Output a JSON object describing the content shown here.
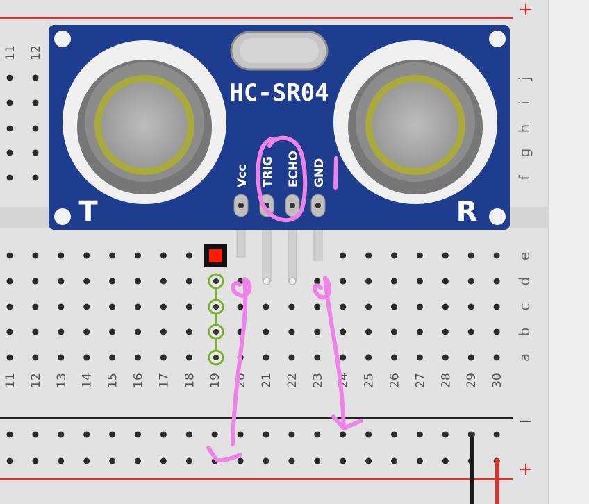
{
  "breadboard": {
    "top_rail_sign": "+",
    "bottom_rail_neg_sign": "−",
    "bottom_rail_pos_sign": "+",
    "top_col_numbers": [
      "11",
      "12"
    ],
    "bottom_col_numbers": [
      "11",
      "12",
      "13",
      "14",
      "15",
      "16",
      "17",
      "18",
      "19",
      "20",
      "21",
      "22",
      "23",
      "24",
      "25",
      "26",
      "27",
      "28",
      "29",
      "30"
    ],
    "top_row_letters": [
      "j",
      "i",
      "h",
      "g",
      "f"
    ],
    "bottom_row_letters": [
      "e",
      "d",
      "c",
      "b",
      "a"
    ]
  },
  "sensor": {
    "title": "HC-SR04",
    "pins": [
      "Vcc",
      "TRIG",
      "ECHO",
      "GND"
    ],
    "left_mark": "T",
    "right_mark": "R",
    "body_color": "#1f3d8f"
  },
  "colors": {
    "rail_red": "#d9342b",
    "rail_black": "#222222",
    "annotation": "#ee82e8",
    "highlight_green": "#7ab02e"
  }
}
